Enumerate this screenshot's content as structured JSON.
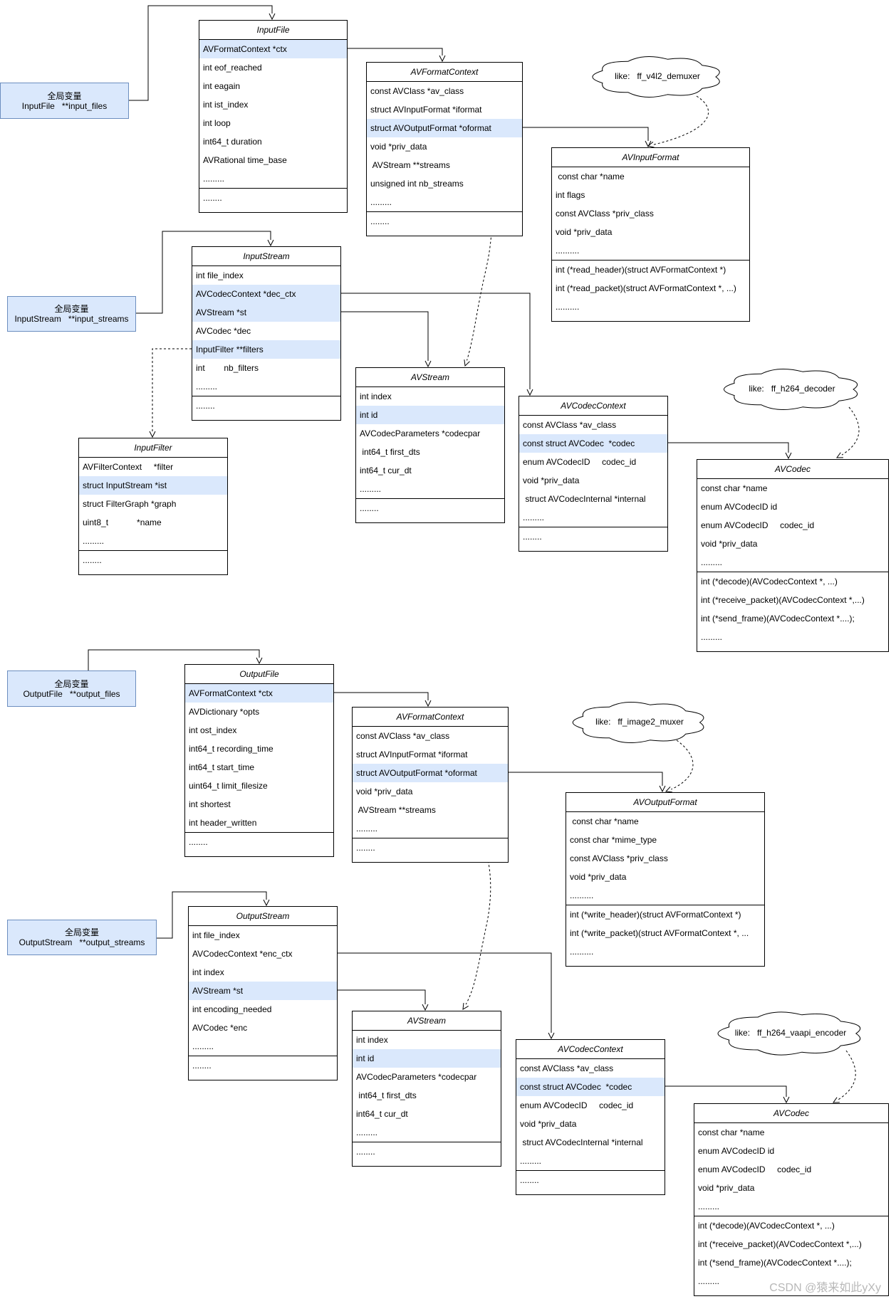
{
  "globals": [
    {
      "id": "g_input_files",
      "line1": "全局变量",
      "line2": "InputFile   **input_files"
    },
    {
      "id": "g_input_streams",
      "line1": "全局变量",
      "line2": "InputStream   **input_streams"
    },
    {
      "id": "g_output_files",
      "line1": "全局变量",
      "line2": "OutputFile   **output_files"
    },
    {
      "id": "g_output_streams",
      "line1": "全局变量",
      "line2": "OutputStream   **output_streams"
    }
  ],
  "clouds": [
    {
      "id": "cloud_demuxer",
      "label": "like:   ff_v4l2_demuxer"
    },
    {
      "id": "cloud_decoder",
      "label": "like:   ff_h264_decoder"
    },
    {
      "id": "cloud_muxer",
      "label": "like:   ff_image2_muxer"
    },
    {
      "id": "cloud_encoder",
      "label": "like:   ff_h264_vaapi_encoder"
    }
  ],
  "classes": [
    {
      "id": "InputFile",
      "title": "InputFile",
      "rows": [
        {
          "text": "AVFormatContext *ctx",
          "hl": true
        },
        {
          "text": "int eof_reached"
        },
        {
          "text": "int eagain"
        },
        {
          "text": "int ist_index"
        },
        {
          "text": "int loop"
        },
        {
          "text": "int64_t duration"
        },
        {
          "text": "AVRational time_base"
        },
        {
          "text": "........."
        },
        {
          "text": "........",
          "sep": true
        }
      ]
    },
    {
      "id": "AVFormatContextIn",
      "title": "AVFormatContext",
      "rows": [
        {
          "text": "const AVClass *av_class"
        },
        {
          "text": "struct AVInputFormat *iformat"
        },
        {
          "text": "struct AVOutputFormat *oformat",
          "hl": true
        },
        {
          "text": "void *priv_data"
        },
        {
          "text": " AVStream **streams"
        },
        {
          "text": "unsigned int nb_streams"
        },
        {
          "text": "........."
        },
        {
          "text": "........",
          "sep": true
        }
      ]
    },
    {
      "id": "AVInputFormat",
      "title": "AVInputFormat",
      "rows": [
        {
          "text": " const char *name"
        },
        {
          "text": "int flags"
        },
        {
          "text": "const AVClass *priv_class"
        },
        {
          "text": "void *priv_data"
        },
        {
          "text": ".........."
        },
        {
          "text": "int (*read_header)(struct AVFormatContext *)",
          "sep": true
        },
        {
          "text": "int (*read_packet)(struct AVFormatContext *, ...)"
        },
        {
          "text": ".........."
        }
      ]
    },
    {
      "id": "InputStream",
      "title": "InputStream",
      "rows": [
        {
          "text": "int file_index"
        },
        {
          "text": "AVCodecContext *dec_ctx",
          "hl": true
        },
        {
          "text": "AVStream *st",
          "hl": true
        },
        {
          "text": "AVCodec *dec"
        },
        {
          "text": "InputFilter **filters",
          "hl": true
        },
        {
          "text": "int        nb_filters"
        },
        {
          "text": "........."
        },
        {
          "text": "........",
          "sep": true
        }
      ]
    },
    {
      "id": "InputFilter",
      "title": "InputFilter",
      "rows": [
        {
          "text": "AVFilterContext     *filter"
        },
        {
          "text": "struct InputStream *ist",
          "hl": true
        },
        {
          "text": "struct FilterGraph *graph"
        },
        {
          "text": "uint8_t            *name"
        },
        {
          "text": "........."
        },
        {
          "text": "........",
          "sep": true
        }
      ]
    },
    {
      "id": "AVStreamIn",
      "title": "AVStream",
      "rows": [
        {
          "text": "int index"
        },
        {
          "text": "int id",
          "hl": true
        },
        {
          "text": "AVCodecParameters *codecpar"
        },
        {
          "text": " int64_t first_dts"
        },
        {
          "text": "int64_t cur_dt"
        },
        {
          "text": "........."
        },
        {
          "text": "........",
          "sep": true
        }
      ]
    },
    {
      "id": "AVCodecContextIn",
      "title": "AVCodecContext",
      "rows": [
        {
          "text": "const AVClass *av_class"
        },
        {
          "text": "const struct AVCodec  *codec",
          "hl": true
        },
        {
          "text": "enum AVCodecID     codec_id"
        },
        {
          "text": "void *priv_data"
        },
        {
          "text": " struct AVCodecInternal *internal"
        },
        {
          "text": "........."
        },
        {
          "text": "........",
          "sep": true
        }
      ]
    },
    {
      "id": "AVCodecIn",
      "title": "AVCodec",
      "rows": [
        {
          "text": "const char *name"
        },
        {
          "text": "enum AVCodecID id"
        },
        {
          "text": "enum AVCodecID     codec_id"
        },
        {
          "text": "void *priv_data"
        },
        {
          "text": "........."
        },
        {
          "text": "int (*decode)(AVCodecContext *, ...)",
          "sep": true
        },
        {
          "text": "int (*receive_packet)(AVCodecContext *,...)"
        },
        {
          "text": "int (*send_frame)(AVCodecContext *....);"
        },
        {
          "text": "........."
        }
      ]
    },
    {
      "id": "OutputFile",
      "title": "OutputFile",
      "rows": [
        {
          "text": "AVFormatContext *ctx",
          "hl": true
        },
        {
          "text": "AVDictionary *opts"
        },
        {
          "text": "int ost_index"
        },
        {
          "text": "int64_t recording_time"
        },
        {
          "text": "int64_t start_time"
        },
        {
          "text": "uint64_t limit_filesize"
        },
        {
          "text": "int shortest"
        },
        {
          "text": "int header_written"
        },
        {
          "text": "........",
          "sep": true
        }
      ]
    },
    {
      "id": "AVFormatContextOut",
      "title": "AVFormatContext",
      "rows": [
        {
          "text": "const AVClass *av_class"
        },
        {
          "text": "struct AVInputFormat *iformat"
        },
        {
          "text": "struct AVOutputFormat *oformat",
          "hl": true
        },
        {
          "text": "void *priv_data"
        },
        {
          "text": " AVStream **streams"
        },
        {
          "text": "........."
        },
        {
          "text": "........",
          "sep": true
        }
      ]
    },
    {
      "id": "AVOutputFormat",
      "title": "AVOutputFormat",
      "rows": [
        {
          "text": " const char *name"
        },
        {
          "text": "const char *mime_type"
        },
        {
          "text": "const AVClass *priv_class"
        },
        {
          "text": "void *priv_data"
        },
        {
          "text": ".........."
        },
        {
          "text": "int (*write_header)(struct AVFormatContext *)",
          "sep": true
        },
        {
          "text": "int (*write_packet)(struct AVFormatContext *, ..."
        },
        {
          "text": ".........."
        }
      ]
    },
    {
      "id": "OutputStream",
      "title": "OutputStream",
      "rows": [
        {
          "text": "int file_index"
        },
        {
          "text": "AVCodecContext *enc_ctx"
        },
        {
          "text": "int index"
        },
        {
          "text": "AVStream *st",
          "hl": true
        },
        {
          "text": "int encoding_needed"
        },
        {
          "text": "AVCodec *enc"
        },
        {
          "text": "........."
        },
        {
          "text": "........",
          "sep": true
        }
      ]
    },
    {
      "id": "AVStreamOut",
      "title": "AVStream",
      "rows": [
        {
          "text": "int index"
        },
        {
          "text": "int id",
          "hl": true
        },
        {
          "text": "AVCodecParameters *codecpar"
        },
        {
          "text": " int64_t first_dts"
        },
        {
          "text": "int64_t cur_dt"
        },
        {
          "text": "........."
        },
        {
          "text": "........",
          "sep": true
        }
      ]
    },
    {
      "id": "AVCodecContextOut",
      "title": "AVCodecContext",
      "rows": [
        {
          "text": "const AVClass *av_class"
        },
        {
          "text": "const struct AVCodec  *codec",
          "hl": true
        },
        {
          "text": "enum AVCodecID     codec_id"
        },
        {
          "text": "void *priv_data"
        },
        {
          "text": " struct AVCodecInternal *internal"
        },
        {
          "text": "........."
        },
        {
          "text": "........",
          "sep": true
        }
      ]
    },
    {
      "id": "AVCodecOut",
      "title": "AVCodec",
      "rows": [
        {
          "text": "const char *name"
        },
        {
          "text": "enum AVCodecID id"
        },
        {
          "text": "enum AVCodecID     codec_id"
        },
        {
          "text": "void *priv_data"
        },
        {
          "text": "........."
        },
        {
          "text": "int (*decode)(AVCodecContext *, ...)",
          "sep": true
        },
        {
          "text": "int (*receive_packet)(AVCodecContext *,...)"
        },
        {
          "text": "int (*send_frame)(AVCodecContext *....);"
        },
        {
          "text": "........."
        }
      ]
    }
  ],
  "watermark": "CSDN @猿来如此yXy",
  "colors": {
    "highlight": "#dae8fc",
    "global_border": "#6c8ebf",
    "line": "#000000"
  }
}
